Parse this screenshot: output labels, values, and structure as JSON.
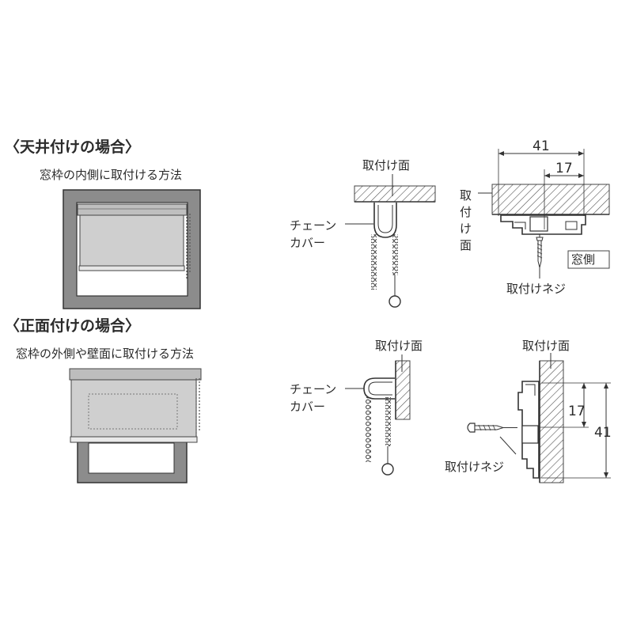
{
  "ceiling": {
    "heading": "〈天井付けの場合〉",
    "subheading": "窓枠の内側に取付ける方法",
    "chain_cover_line1": "チェーン",
    "chain_cover_line2": "カバー",
    "mount_surface": "取付け面",
    "mount_surface_vertical": [
      "取",
      "付",
      "け",
      "面"
    ],
    "window_side": "窓側",
    "screw": "取付けネジ",
    "dim_width": "41",
    "dim_offset": "17"
  },
  "front": {
    "heading": "〈正面付けの場合〉",
    "subheading": "窓枠の外側や壁面に取付ける方法",
    "chain_cover_line1": "チェーン",
    "chain_cover_line2": "カバー",
    "mount_surface_1": "取付け面",
    "mount_surface_2": "取付け面",
    "screw": "取付けネジ",
    "dim_height": "41",
    "dim_offset": "17"
  },
  "colors": {
    "line": "#3a3a3a",
    "frame_fill": "#8a8a8a",
    "blind_fill": "#c9c9c9",
    "hatch": "#555555"
  }
}
